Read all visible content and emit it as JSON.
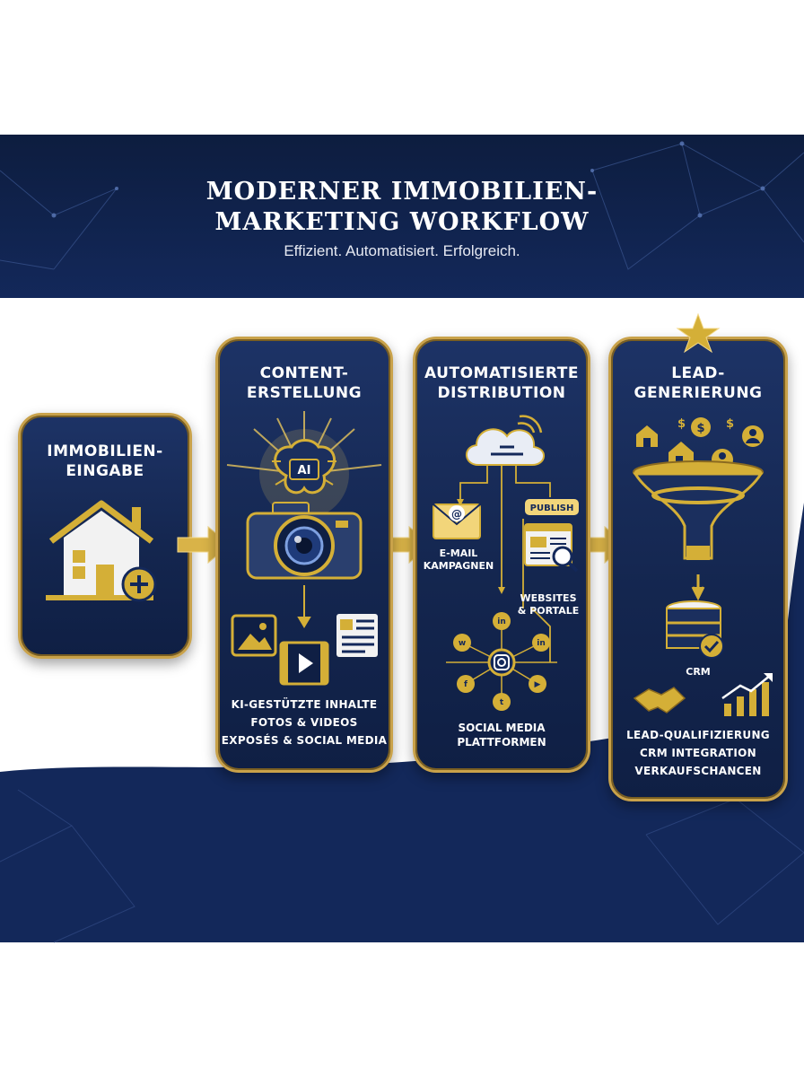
{
  "header": {
    "title_line1": "MODERNER IMMOBILIEN-",
    "title_line2": "MARKETING WORKFLOW",
    "subtitle": "Effizient. Automatisiert. Erfolgreich."
  },
  "steps": [
    {
      "title_line1": "IMMOBILIEN-",
      "title_line2": "EINGABE",
      "icon": "house-plus-icon"
    },
    {
      "title_line1": "CONTENT-",
      "title_line2": "ERSTELLUNG",
      "ai_label": "AI",
      "lines": [
        "KI-GESTÜTZTE INHALTE",
        "FOTOS & VIDEOS",
        "EXPOSÉS & SOCIAL MEDIA"
      ]
    },
    {
      "title_line1": "AUTOMATISIERTE",
      "title_line2": "DISTRIBUTION",
      "publish_label": "PUBLISH",
      "email_label_1": "E-MAIL",
      "email_label_2": "KAMPAGNEN",
      "web_label_1": "WEBSITES",
      "web_label_2": "& PORTALE",
      "social_label_1": "SOCIAL MEDIA",
      "social_label_2": "PLATTFORMEN"
    },
    {
      "title_line1": "LEAD-",
      "title_line2": "GENERIERUNG",
      "crm_label": "CRM",
      "lines": [
        "LEAD-QUALIFIZIERUNG",
        "CRM INTEGRATION",
        "VERKAUFSCHANCEN"
      ]
    }
  ],
  "colors": {
    "navy": "#13285a",
    "gold": "#d4af37",
    "white": "#ffffff"
  }
}
